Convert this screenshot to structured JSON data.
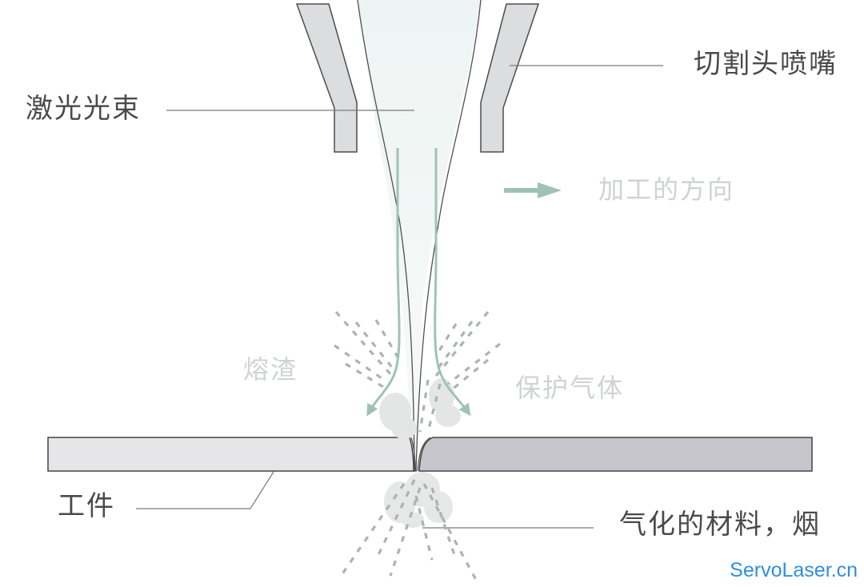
{
  "labels": {
    "nozzle": "切割头喷嘴",
    "beam": "激光光束",
    "direction": "加工的方向",
    "slag": "熔渣",
    "shield_gas": "保护气体",
    "workpiece": "工件",
    "vapor": "气化的材料，烟"
  },
  "watermark": "ServoLaser.cn",
  "colors": {
    "nozzle_fill": "#dcdddf",
    "workpiece_left": "#e6e6e8",
    "workpiece_right": "#c5c5cb",
    "gas_arrow": "#9fc3b3",
    "text_dark": "#4a4a4a",
    "text_light": "#cfd3d2",
    "watermark": "#2f8fe0"
  }
}
